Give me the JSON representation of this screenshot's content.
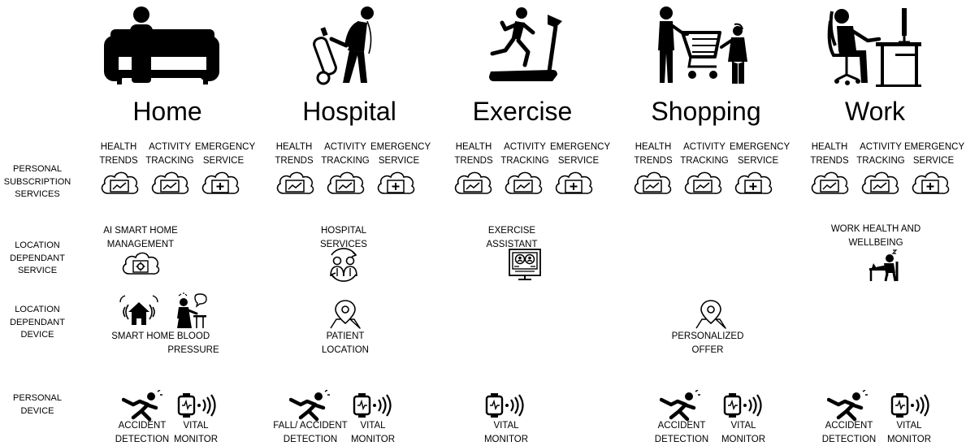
{
  "rows": {
    "subscription": "PERSONAL SUBSCRIPTION SERVICES",
    "location_service": "LOCATION DEPENDANT SERVICE",
    "location_device": "LOCATION DEPENDANT DEVICE",
    "personal_device": "PERSONAL DEVICE"
  },
  "columns": [
    {
      "title": "Home",
      "services": [
        "HEALTH TRENDS",
        "ACTIVITY TRACKING",
        "EMERGENCY SERVICE"
      ],
      "location_service": "AI SMART HOME MANAGEMENT",
      "location_devices": [
        "SMART HOME",
        "BLOOD PRESSURE"
      ],
      "personal_devices": [
        "ACCIDENT DETECTION",
        "VITAL MONITOR"
      ]
    },
    {
      "title": "Hospital",
      "services": [
        "HEALTH TRENDS",
        "ACTIVITY TRACKING",
        "EMERGENCY SERVICE"
      ],
      "location_service": "HOSPITAL SERVICES",
      "location_devices": [
        "PATIENT LOCATION"
      ],
      "personal_devices": [
        "FALL/ ACCIDENT DETECTION",
        "VITAL MONITOR"
      ]
    },
    {
      "title": "Exercise",
      "services": [
        "HEALTH TRENDS",
        "ACTIVITY TRACKING",
        "EMERGENCY SERVICE"
      ],
      "location_service": "EXERCISE ASSISTANT",
      "location_devices": [],
      "personal_devices": [
        "VITAL MONITOR"
      ]
    },
    {
      "title": "Shopping",
      "services": [
        "HEALTH TRENDS",
        "ACTIVITY TRACKING",
        "EMERGENCY SERVICE"
      ],
      "location_service": "",
      "location_devices": [
        "PERSONALIZED OFFER"
      ],
      "personal_devices": [
        "ACCIDENT DETECTION",
        "VITAL MONITOR"
      ]
    },
    {
      "title": "Work",
      "services": [
        "HEALTH TRENDS",
        "ACTIVITY TRACKING",
        "EMERGENCY SERVICE"
      ],
      "location_service": "WORK HEALTH AND WELLBEING",
      "location_devices": [],
      "personal_devices": [
        "ACCIDENT DETECTION",
        "VITAL MONITOR"
      ]
    }
  ]
}
